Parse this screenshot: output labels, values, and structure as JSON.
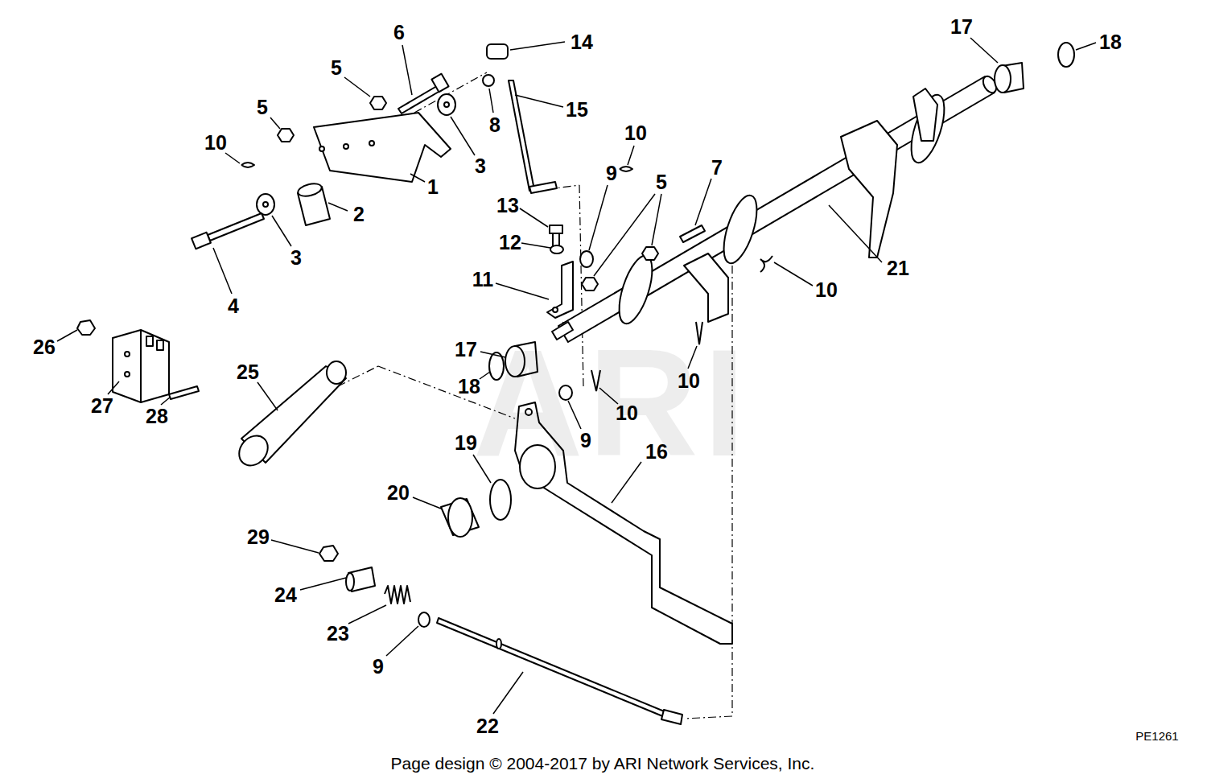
{
  "diagram": {
    "caption": "Page design © 2004-2017 by ARI Network Services, Inc.",
    "labels": [
      "6",
      "14",
      "17",
      "18",
      "5",
      "5",
      "8",
      "15",
      "10",
      "10",
      "3",
      "1",
      "9",
      "5",
      "7",
      "2",
      "13",
      "3",
      "12",
      "21",
      "10",
      "4",
      "11",
      "26",
      "17",
      "25",
      "10",
      "18",
      "27",
      "10",
      "28",
      "9",
      "19",
      "16",
      "20",
      "29",
      "24",
      "23",
      "9",
      "22",
      "ARI",
      "PE1261"
    ]
  }
}
